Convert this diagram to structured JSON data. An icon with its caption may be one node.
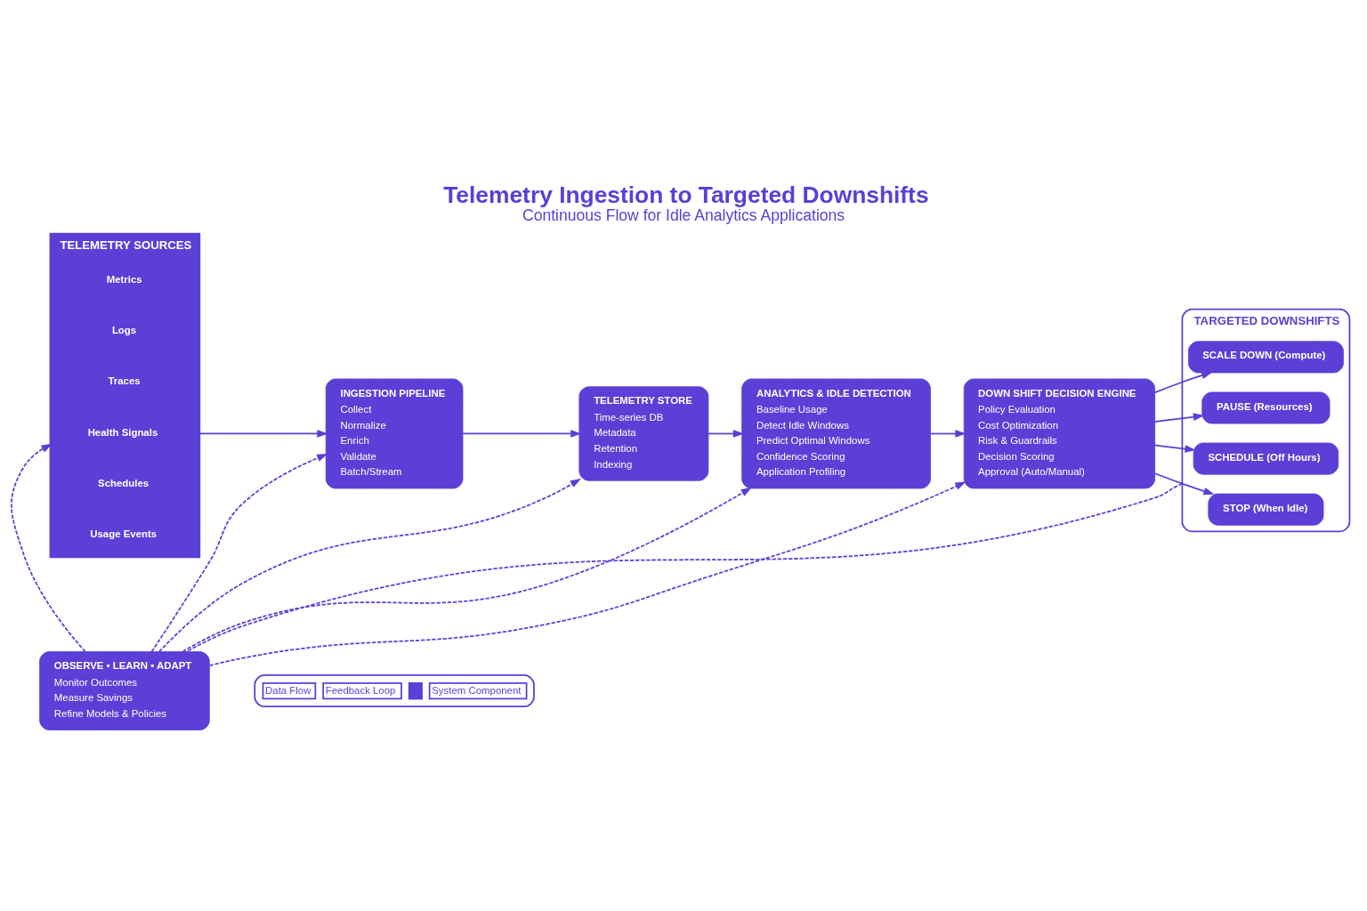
{
  "diagram": {
    "title": "Telemetry Ingestion to Targeted Downshifts",
    "caption": "Continuous Flow for Idle Analytics Applications",
    "nodes": [
      {
        "text": [
          "TELEMETRY SOURCES"
        ]
      },
      {
        "text": [
          "Metrics"
        ],
        "in": 0
      },
      {
        "text": [
          "Logs"
        ],
        "in": 0
      },
      {
        "text": [
          "Traces"
        ],
        "in": 0
      },
      {
        "text": [
          "Health Signals"
        ],
        "in": 0
      },
      {
        "text": [
          "Schedules"
        ],
        "in": 0
      },
      {
        "text": [
          "Usage Events"
        ],
        "in": 0
      },
      {
        "text": [
          "INGESTION PIPELINE",
          "Collect",
          "Normalize",
          "Enrich",
          "Validate",
          "Batch/Stream"
        ]
      },
      {
        "text": [
          "TELEMETRY STORE",
          "Time-series DB",
          "Metadata",
          "Retention",
          "Indexing"
        ]
      },
      {
        "text": [
          "ANALYTICS & IDLE DETECTION",
          "Baseline Usage",
          "Detect Idle Windows",
          "Predict Optimal Windows",
          "Confidence Scoring",
          "Application Profiling"
        ]
      },
      {
        "text": [
          "DOWN SHIFT DECISION ENGINE",
          "Policy Evaluation",
          "Cost Optimization",
          "Risk & Guardrails",
          "Decision Scoring",
          "Approval (Auto/Manual)"
        ]
      },
      {
        "text": [
          "TARGETED DOWNSHIFTS"
        ]
      },
      {
        "text": [
          "SCALE DOWN (Compute)"
        ],
        "in": 11
      },
      {
        "text": [
          "PAUSE (Resources)"
        ],
        "in": 11
      },
      {
        "text": [
          "SCHEDULE (Off Hours)"
        ],
        "in": 11
      },
      {
        "text": [
          "STOP (When Idle)"
        ],
        "in": 11
      },
      {
        "text": [
          "OBSERVE • LEARN • ADAPT",
          "Monitor Outcomes",
          "Measure Savings",
          "Refine Models & Policies"
        ]
      }
    ],
    "edges": [
      {
        "from": 0,
        "to": 7,
        "arrow": "to"
      },
      {
        "from": 7,
        "to": 8,
        "arrow": "to"
      },
      {
        "from": 8,
        "to": 9,
        "arrow": "to"
      },
      {
        "from": 9,
        "to": 10,
        "arrow": "to"
      },
      {
        "from": 10,
        "to": 12,
        "arrow": "to"
      },
      {
        "from": 10,
        "to": 13,
        "arrow": "to"
      },
      {
        "from": 10,
        "to": 14,
        "arrow": "to"
      },
      {
        "from": 10,
        "to": 15,
        "arrow": "to"
      },
      {
        "from": 16,
        "to": 0,
        "arrow": "to",
        "style": "dashed"
      },
      {
        "from": 16,
        "to": 7,
        "arrow": "to",
        "style": "dashed"
      },
      {
        "from": 16,
        "to": 8,
        "arrow": "to",
        "style": "dashed"
      },
      {
        "from": 16,
        "to": 9,
        "arrow": "to",
        "style": "dashed"
      },
      {
        "from": 16,
        "to": 10,
        "arrow": "to",
        "style": "dashed"
      },
      {
        "from": 11,
        "to": 16,
        "arrow": "none",
        "style": "dashed"
      }
    ],
    "legend": [
      {
        "text": "Data Flow"
      },
      {
        "text": "Feedback Loop"
      },
      {
        "text": "System Component",
        "color": "#5b3fd6"
      }
    ]
  }
}
